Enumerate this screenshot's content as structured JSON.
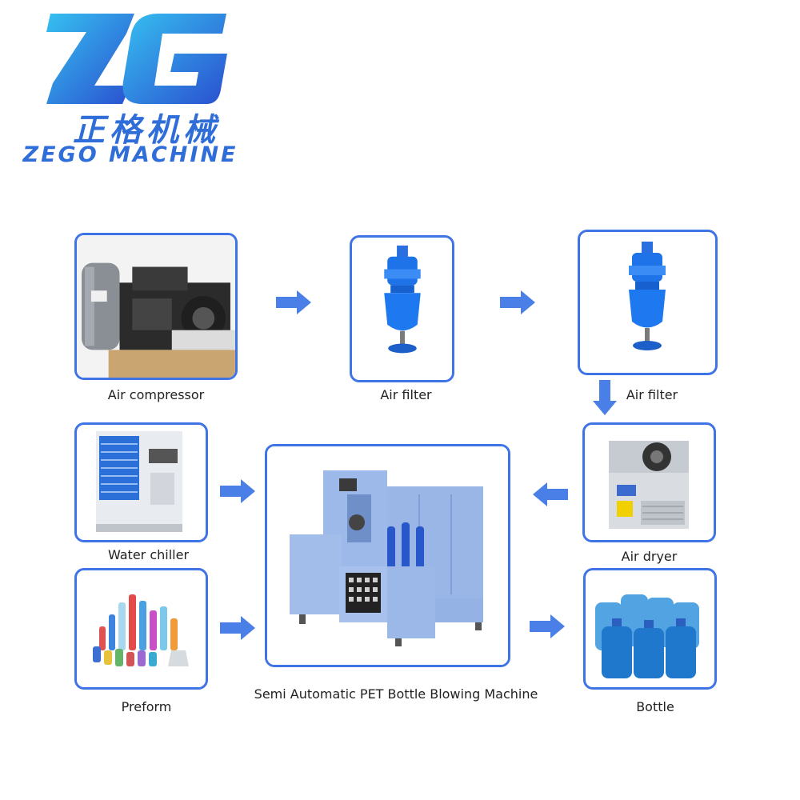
{
  "logo": {
    "mark": "ZG",
    "chinese": "正格机械",
    "english": "ZEGO MACHINE"
  },
  "colors": {
    "brand": "#2f6ed8",
    "border": "#3f74e6",
    "arrow": "#4a7fe8",
    "machine": "#8fb0e8"
  },
  "nodes": {
    "air_compressor": {
      "label": "Air compressor",
      "icon": "air-compressor-image"
    },
    "air_filter_1": {
      "label": "Air filter",
      "icon": "air-filter-image"
    },
    "air_filter_2": {
      "label": "Air filter",
      "icon": "air-filter-image"
    },
    "water_chiller": {
      "label": "Water chiller",
      "icon": "water-chiller-image"
    },
    "air_dryer": {
      "label": "Air dryer",
      "icon": "air-dryer-image"
    },
    "preform": {
      "label": "Preform",
      "icon": "preform-image"
    },
    "machine": {
      "label": "Semi Automatic PET Bottle Blowing Machine",
      "icon": "blowing-machine-image"
    },
    "bottle": {
      "label": "Bottle",
      "icon": "bottle-image"
    }
  },
  "arrows": [
    {
      "from": "Air compressor",
      "to": "Air filter",
      "direction": "right"
    },
    {
      "from": "Air filter",
      "to": "Air filter",
      "direction": "right"
    },
    {
      "from": "Air filter",
      "to": "Air dryer",
      "direction": "down"
    },
    {
      "from": "Air dryer",
      "to": "Semi Automatic PET Bottle Blowing Machine",
      "direction": "left"
    },
    {
      "from": "Water chiller",
      "to": "Semi Automatic PET Bottle Blowing Machine",
      "direction": "right"
    },
    {
      "from": "Preform",
      "to": "Semi Automatic PET Bottle Blowing Machine",
      "direction": "right"
    },
    {
      "from": "Semi Automatic PET Bottle Blowing Machine",
      "to": "Bottle",
      "direction": "right"
    }
  ]
}
